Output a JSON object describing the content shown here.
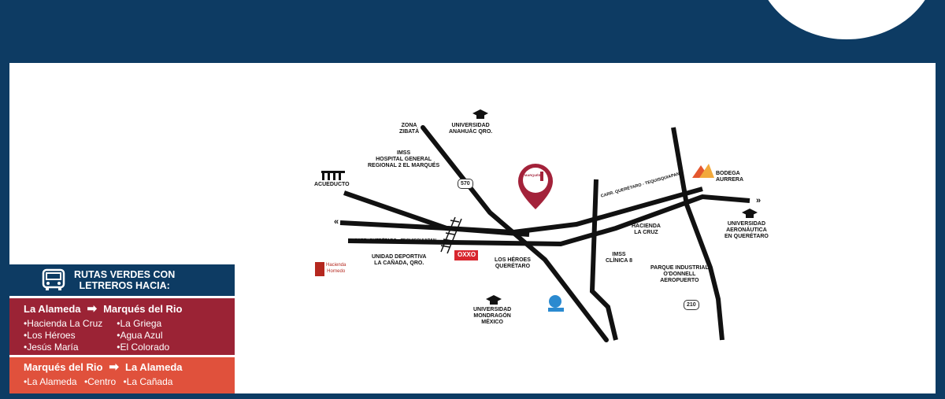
{
  "map": {
    "places": {
      "zona_zibata": "ZONA\nZIBATÁ",
      "univ_anahuac": "UNIVERSIDAD\nANAHUÁC QRO.",
      "imss_hospital": "IMSS\nHOSPITAL GENERAL\nREGIONAL 2 EL MARQUÉS",
      "acueducto": "ACUEDUCTO",
      "bodega": "BODEGA\nAURRERA",
      "univ_aeronautica": "UNIVERSIDAD\nAERONÁUTICA\nEN QUERÉTARO",
      "hacienda": "HACIENDA\nLA CRUZ",
      "imss_clinica": "IMSS\nCLÍNICA 8",
      "parque": "PARQUE INDUSTRIAL\nO'DONNELL\nAEROPUERTO",
      "unidad_deportiva": "UNIDAD DEPORTIVA\nLA CAÑADA, QRO.",
      "los_heroes": "LOS HÉROES\nQUERÉTARO",
      "univ_mondragon": "UNIVERSIDAD\nMONDRAGÓN\nMÉXICO",
      "hacienda_brand": "Hacienda\nHornedo",
      "oxxo": "OXXO"
    },
    "roads": {
      "route_upper": "CARR. QUERÉTARO - TEQUISQUIAPAN",
      "route_lower": "CARR. QUERÉTARO - TEQUISQUIAPAN"
    },
    "badges": {
      "b570": "570",
      "b210": "210"
    },
    "marker": {
      "label": "MARQUÉS"
    },
    "colors": {
      "road": "#111111",
      "marker": "#a3223a",
      "navy": "#0d3b63"
    }
  },
  "routes": {
    "title": "RUTAS VERDES CON\nLETREROS HACIA:",
    "icon": "bus-icon",
    "route1": {
      "from": "La Alameda",
      "to": "Marqués del Rio",
      "col1": [
        "•Hacienda La Cruz",
        "•Los Héroes",
        "•Jesús María"
      ],
      "col2": [
        "•La Griega",
        "•Agua Azul",
        "•El Colorado"
      ],
      "color": "#9b2335"
    },
    "route2": {
      "from": "Marqués del Rio",
      "to": "La Alameda",
      "stops": [
        "•La Alameda",
        "•Centro",
        "•La Cañada"
      ],
      "color": "#e0513c"
    }
  }
}
